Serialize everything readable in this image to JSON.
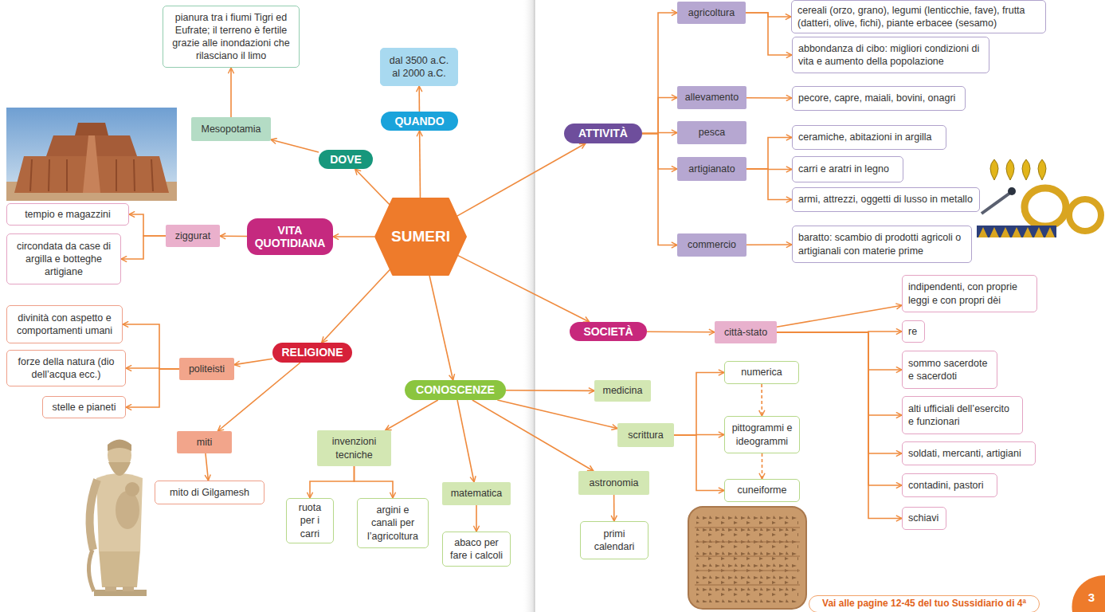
{
  "diagram": {
    "nodes": [
      {
        "text": [
          "SUMERI"
        ]
      },
      {
        "text": [
          "DOVE"
        ]
      },
      {
        "text": [
          "Mesopotamia"
        ]
      },
      {
        "text": [
          "pianura tra i fiumi Tigri ed Eufrate; il terreno è fertile grazie alle inondazioni che rilasciano il limo"
        ]
      },
      {
        "text": [
          "QUANDO"
        ]
      },
      {
        "text": [
          "dal 3500 a.C. al 2000 a.C."
        ]
      },
      {
        "text": [
          "VITA QUOTIDIANA"
        ]
      },
      {
        "text": [
          "ziggurat"
        ]
      },
      {
        "text": [
          "tempio e magazzini"
        ]
      },
      {
        "text": [
          "circondata da case di argilla e botteghe artigiane"
        ]
      },
      {
        "text": [
          "RELIGIONE"
        ]
      },
      {
        "text": [
          "politeisti"
        ]
      },
      {
        "text": [
          "divinità con aspetto e comportamenti umani"
        ]
      },
      {
        "text": [
          "forze della natura (dio dell’acqua ecc.)"
        ]
      },
      {
        "text": [
          "stelle e pianeti"
        ]
      },
      {
        "text": [
          "miti"
        ]
      },
      {
        "text": [
          "mito di Gilgamesh"
        ]
      },
      {
        "text": [
          "CONOSCENZE"
        ]
      },
      {
        "text": [
          "invenzioni tecniche"
        ]
      },
      {
        "text": [
          "ruota per i carri"
        ]
      },
      {
        "text": [
          "argini e canali per l’agricoltura"
        ]
      },
      {
        "text": [
          "matematica"
        ]
      },
      {
        "text": [
          "abaco per fare i calcoli"
        ]
      },
      {
        "text": [
          "medicina"
        ]
      },
      {
        "text": [
          "scrittura"
        ]
      },
      {
        "text": [
          "numerica"
        ]
      },
      {
        "text": [
          "pittogrammi e ideogrammi"
        ]
      },
      {
        "text": [
          "cuneiforme"
        ]
      },
      {
        "text": [
          "astronomia"
        ]
      },
      {
        "text": [
          "primi calendari"
        ]
      },
      {
        "text": [
          "ATTIVITÀ"
        ]
      },
      {
        "text": [
          "agricoltura"
        ]
      },
      {
        "text": [
          "cereali (orzo, grano), legumi (lenticchie, fave), frutta (datteri, olive, fichi), piante erbacee (sesamo)"
        ]
      },
      {
        "text": [
          "abbondanza di cibo: migliori condizioni di vita e aumento della popolazione"
        ]
      },
      {
        "text": [
          "allevamento"
        ]
      },
      {
        "text": [
          "pecore, capre, maiali, bovini, onagri"
        ]
      },
      {
        "text": [
          "pesca"
        ]
      },
      {
        "text": [
          "artigianato"
        ]
      },
      {
        "text": [
          "ceramiche, abitazioni in argilla"
        ]
      },
      {
        "text": [
          "carri e aratri in legno"
        ]
      },
      {
        "text": [
          "armi, attrezzi, oggetti di lusso in metallo"
        ]
      },
      {
        "text": [
          "commercio"
        ]
      },
      {
        "text": [
          "baratto: scambio di prodotti agricoli o artigianali con materie prime"
        ]
      },
      {
        "text": [
          "SOCIETÀ"
        ]
      },
      {
        "text": [
          "città-stato"
        ]
      },
      {
        "text": [
          "indipendenti, con proprie leggi e con propri dèi"
        ]
      },
      {
        "text": [
          "re"
        ]
      },
      {
        "text": [
          "sommo sacerdote e sacerdoti"
        ]
      },
      {
        "text": [
          "alti ufficiali dell’esercito e funzionari"
        ]
      },
      {
        "text": [
          "soldati, mercanti, artigiani"
        ]
      },
      {
        "text": [
          "contadini, pastori"
        ]
      },
      {
        "text": [
          "schiavi"
        ]
      }
    ],
    "edges": [
      {
        "from": 0,
        "to": 1,
        "arrow": "to"
      },
      {
        "from": 1,
        "to": 2,
        "arrow": "to"
      },
      {
        "from": 2,
        "to": 3,
        "arrow": "to"
      },
      {
        "from": 0,
        "to": 4,
        "arrow": "to"
      },
      {
        "from": 4,
        "to": 5,
        "arrow": "to"
      },
      {
        "from": 0,
        "to": 6,
        "arrow": "to"
      },
      {
        "from": 6,
        "to": 7,
        "arrow": "to"
      },
      {
        "from": 7,
        "to": 8,
        "arrow": "to"
      },
      {
        "from": 7,
        "to": 9,
        "arrow": "to"
      },
      {
        "from": 0,
        "to": 10,
        "arrow": "to"
      },
      {
        "from": 10,
        "to": 11,
        "arrow": "to"
      },
      {
        "from": 11,
        "to": 12,
        "arrow": "to"
      },
      {
        "from": 11,
        "to": 13,
        "arrow": "to"
      },
      {
        "from": 11,
        "to": 14,
        "arrow": "to"
      },
      {
        "from": 10,
        "to": 15,
        "arrow": "to"
      },
      {
        "from": 15,
        "to": 16,
        "arrow": "to"
      },
      {
        "from": 0,
        "to": 17,
        "arrow": "to"
      },
      {
        "from": 17,
        "to": 18,
        "arrow": "to"
      },
      {
        "from": 18,
        "to": 19,
        "arrow": "to"
      },
      {
        "from": 18,
        "to": 20,
        "arrow": "to"
      },
      {
        "from": 17,
        "to": 21,
        "arrow": "to"
      },
      {
        "from": 21,
        "to": 22,
        "arrow": "to"
      },
      {
        "from": 17,
        "to": 23,
        "arrow": "to"
      },
      {
        "from": 17,
        "to": 24,
        "arrow": "to"
      },
      {
        "from": 24,
        "to": 25,
        "arrow": "to"
      },
      {
        "from": 24,
        "to": 26,
        "arrow": "to"
      },
      {
        "from": 24,
        "to": 27,
        "arrow": "to"
      },
      {
        "from": 25,
        "to": 26,
        "arrow": "to"
      },
      {
        "from": 26,
        "to": 27,
        "arrow": "to"
      },
      {
        "from": 17,
        "to": 28,
        "arrow": "to"
      },
      {
        "from": 28,
        "to": 29,
        "arrow": "to"
      },
      {
        "from": 0,
        "to": 30,
        "arrow": "to"
      },
      {
        "from": 30,
        "to": 31,
        "arrow": "to"
      },
      {
        "from": 30,
        "to": 34,
        "arrow": "to"
      },
      {
        "from": 30,
        "to": 36,
        "arrow": "to"
      },
      {
        "from": 30,
        "to": 37,
        "arrow": "to"
      },
      {
        "from": 30,
        "to": 41,
        "arrow": "to"
      },
      {
        "from": 31,
        "to": 32,
        "arrow": "to"
      },
      {
        "from": 31,
        "to": 33,
        "arrow": "to"
      },
      {
        "from": 34,
        "to": 35,
        "arrow": "to"
      },
      {
        "from": 37,
        "to": 38,
        "arrow": "to"
      },
      {
        "from": 37,
        "to": 39,
        "arrow": "to"
      },
      {
        "from": 37,
        "to": 40,
        "arrow": "to"
      },
      {
        "from": 41,
        "to": 42,
        "arrow": "to"
      },
      {
        "from": 0,
        "to": 43,
        "arrow": "to"
      },
      {
        "from": 43,
        "to": 44,
        "arrow": "to"
      },
      {
        "from": 44,
        "to": 45,
        "arrow": "to"
      },
      {
        "from": 44,
        "to": 46,
        "arrow": "to"
      },
      {
        "from": 44,
        "to": 47,
        "arrow": "to"
      },
      {
        "from": 44,
        "to": 48,
        "arrow": "to"
      },
      {
        "from": 44,
        "to": 49,
        "arrow": "to"
      },
      {
        "from": 44,
        "to": 50,
        "arrow": "to"
      },
      {
        "from": 44,
        "to": 51,
        "arrow": "to"
      }
    ],
    "labels": [
      "Vai alle pagine 12-45 del tuo Sussidiario di 4ª",
      "3"
    ]
  }
}
